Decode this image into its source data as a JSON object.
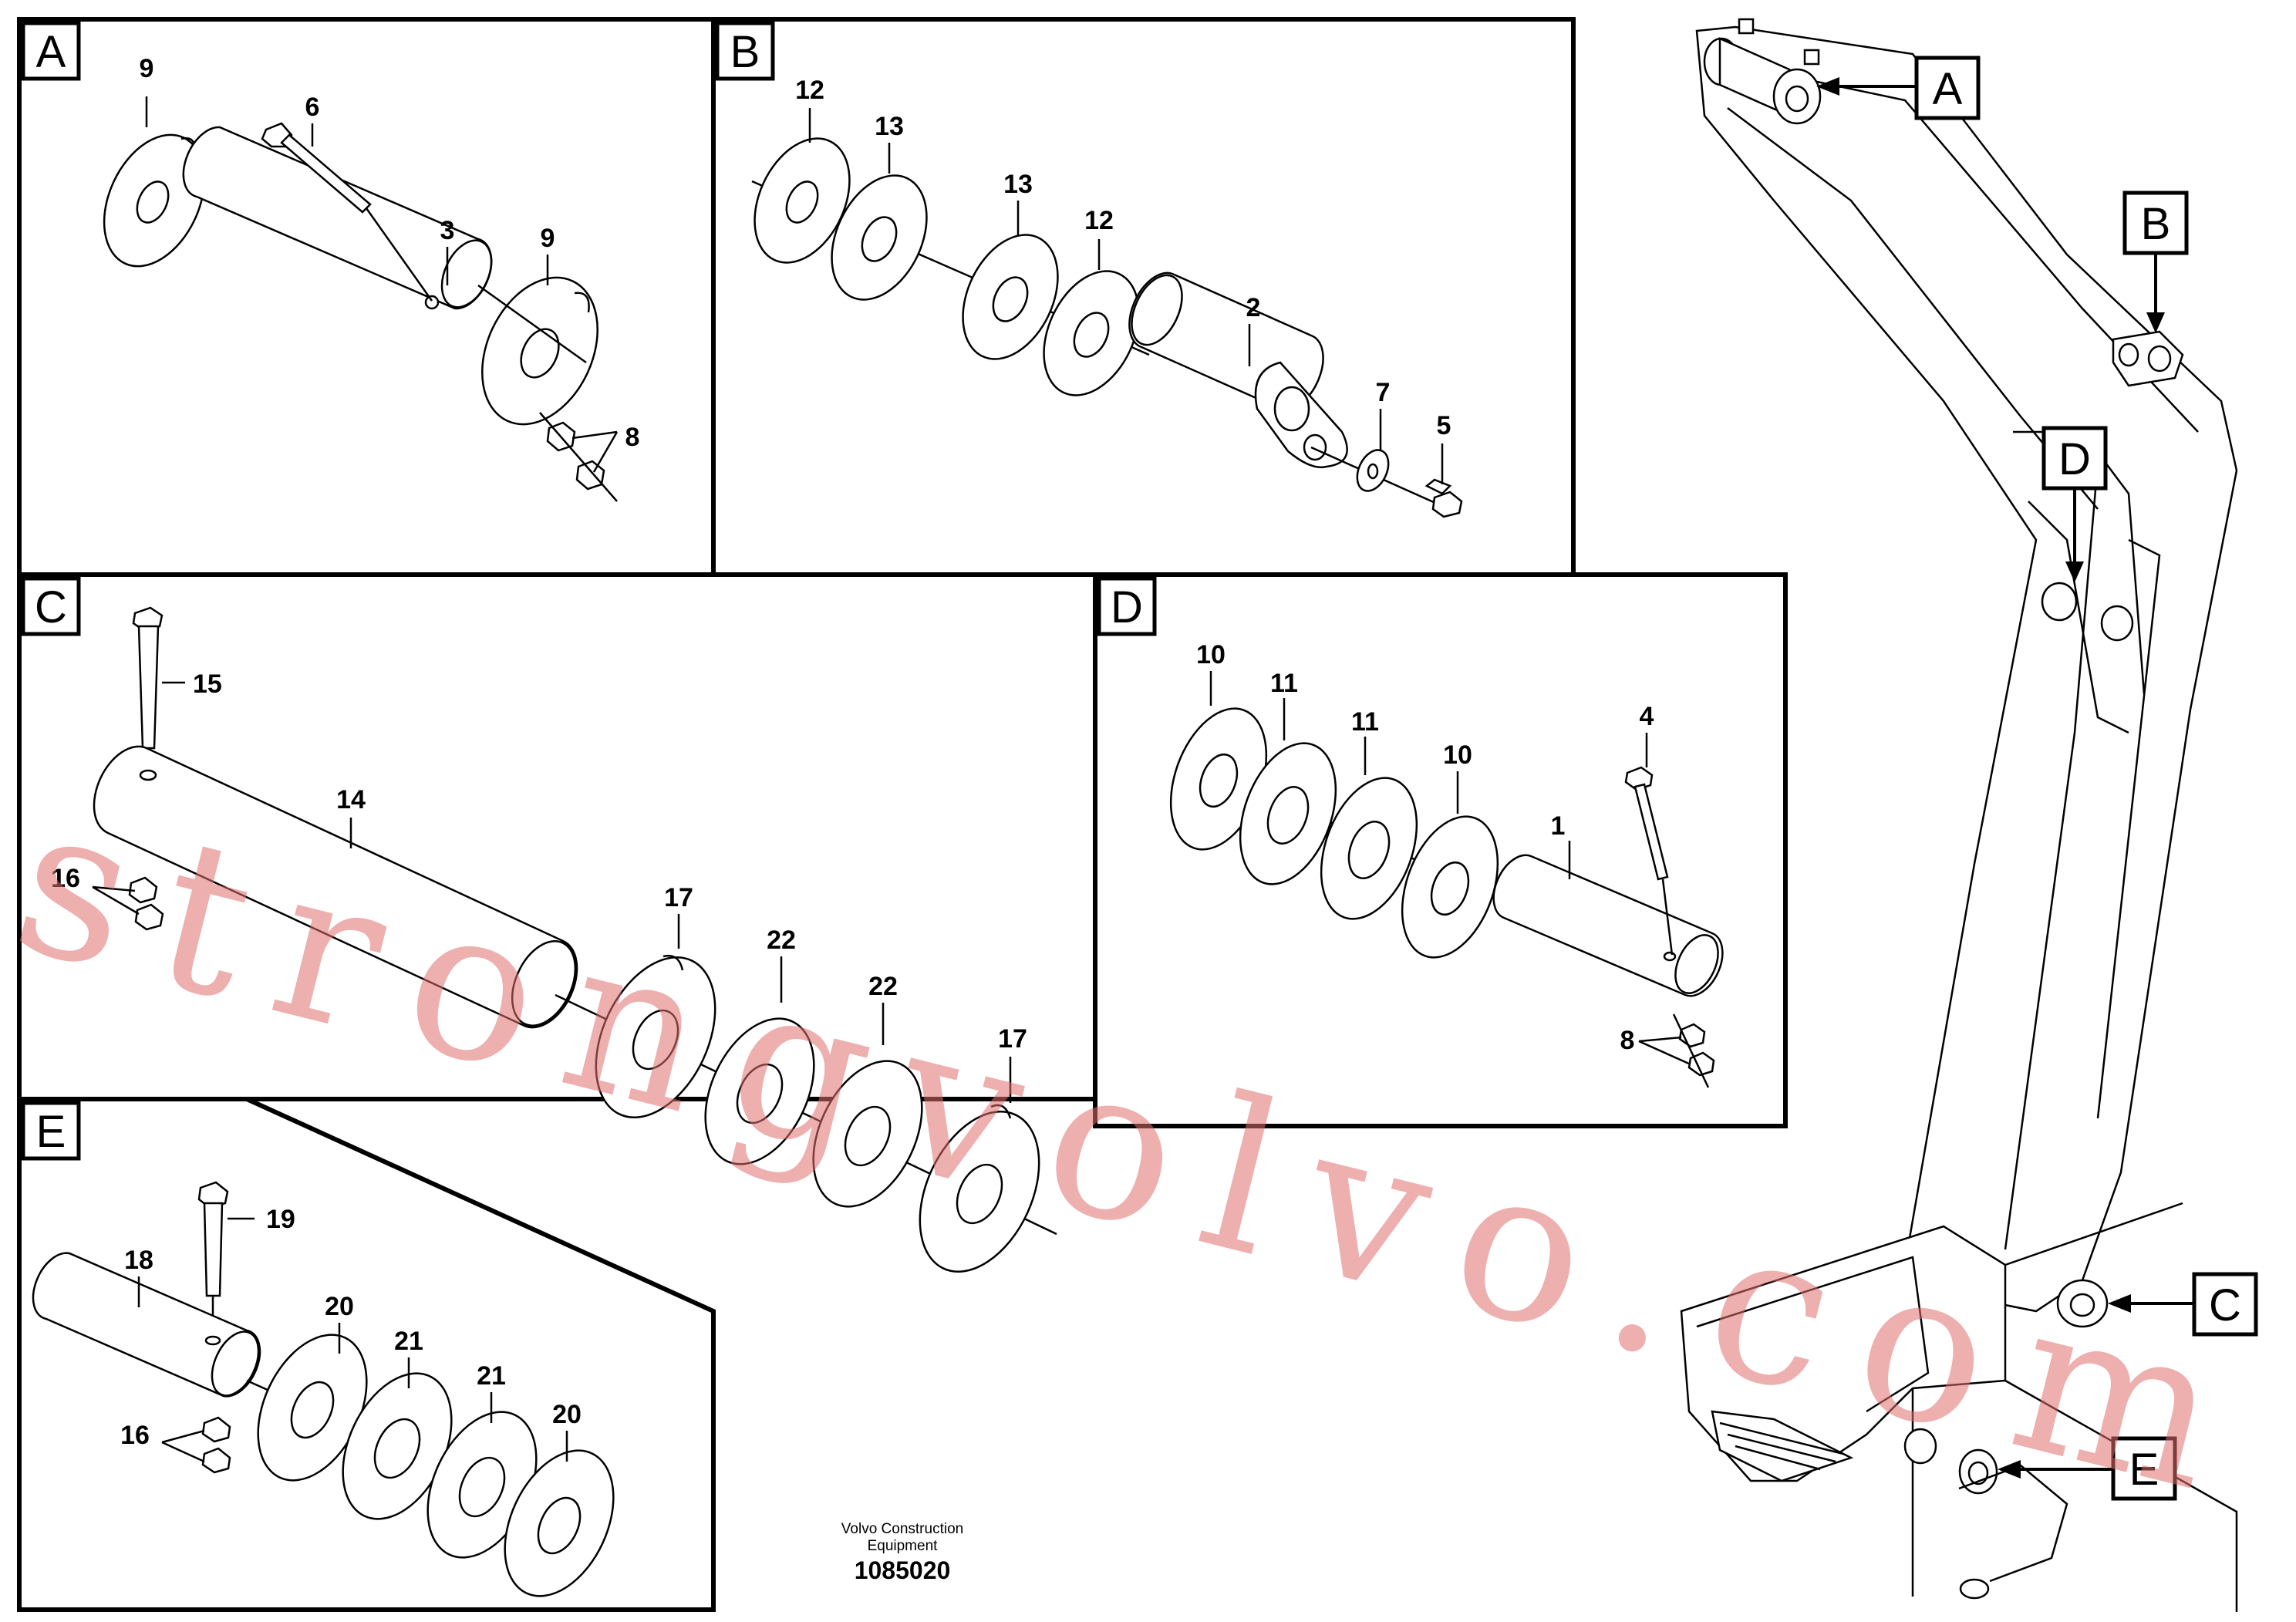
{
  "panels": {
    "A": "A",
    "B": "B",
    "C": "C",
    "D": "D",
    "E": "E"
  },
  "callouts": {
    "A": "A",
    "B": "B",
    "C": "C",
    "D": "D",
    "E": "E"
  },
  "parts": {
    "A": [
      "9",
      "6",
      "3",
      "9",
      "8"
    ],
    "B": [
      "12",
      "13",
      "13",
      "12",
      "2",
      "7",
      "5"
    ],
    "C": [
      "15",
      "14",
      "16",
      "17",
      "22",
      "22",
      "17"
    ],
    "D": [
      "10",
      "11",
      "11",
      "10",
      "4",
      "1",
      "8"
    ],
    "E": [
      "19",
      "18",
      "20",
      "21",
      "21",
      "20",
      "16"
    ]
  },
  "footer": {
    "company_line1": "Volvo Construction",
    "company_line2": "Equipment",
    "drawing_number": "1085020"
  },
  "watermark": "strongvolvo.com"
}
